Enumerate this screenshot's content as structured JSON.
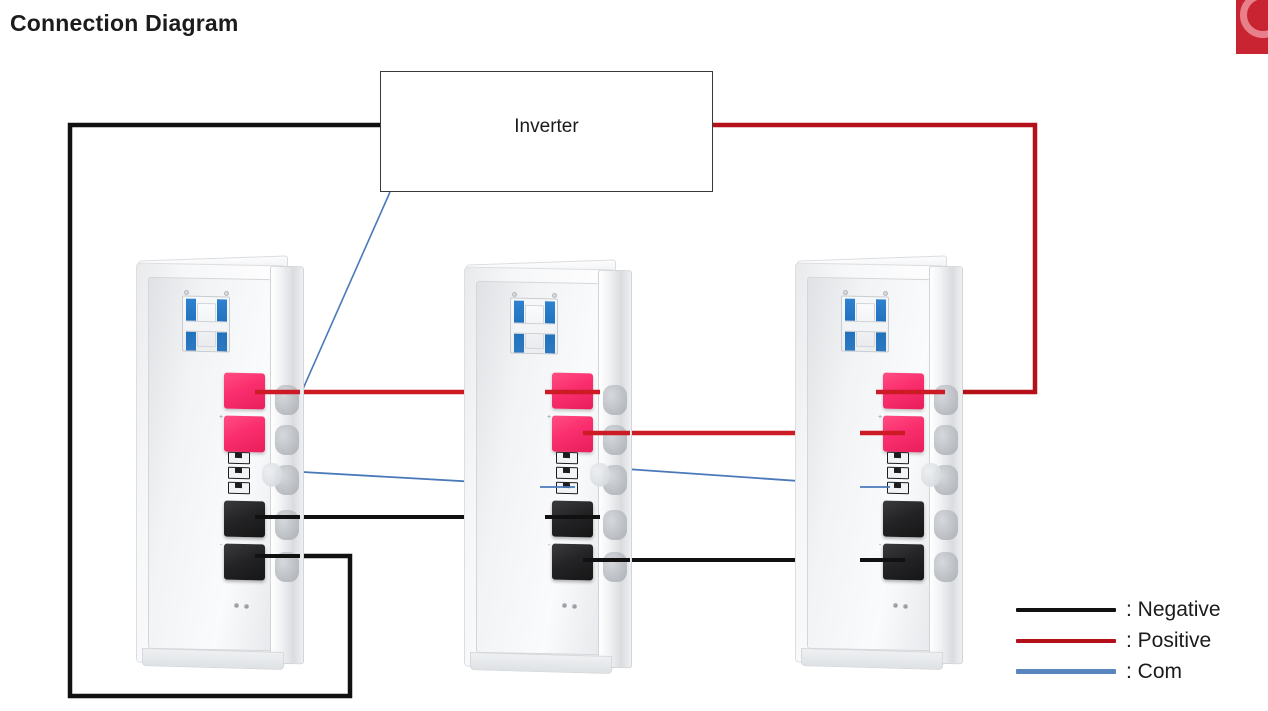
{
  "page": {
    "title": "Connection Diagram",
    "background_color": "#ffffff"
  },
  "brand": {
    "name": "brand-logo",
    "color": "#c92432",
    "accent_color": "#e8808c"
  },
  "inverter": {
    "label": "Inverter",
    "border_color": "#3a3a3a"
  },
  "wire_colors": {
    "negative": "#111111",
    "positive": "#b31019",
    "com": "#4a79ba"
  },
  "legend": {
    "items": [
      {
        "label": ": Negative",
        "color": "#111111",
        "name": "legend-negative"
      },
      {
        "label": ": Positive",
        "color": "#b31019",
        "name": "legend-positive"
      },
      {
        "label": ": Com",
        "color": "#4a79ba",
        "name": "legend-com"
      }
    ]
  },
  "units": [
    {
      "name": "battery-unit-1",
      "positive_terminal_color": "#fa2e6e",
      "negative_terminal_color": "#232325",
      "breaker_color": "#1f6fbc",
      "terminal_marks": {
        "positive": "+",
        "negative": "-"
      },
      "comm_ports": 3
    },
    {
      "name": "battery-unit-2",
      "positive_terminal_color": "#fa2e6e",
      "negative_terminal_color": "#232325",
      "breaker_color": "#1f6fbc",
      "terminal_marks": {
        "positive": "+",
        "negative": "-"
      },
      "comm_ports": 3
    },
    {
      "name": "battery-unit-3",
      "positive_terminal_color": "#fa2e6e",
      "negative_terminal_color": "#232325",
      "breaker_color": "#1f6fbc",
      "terminal_marks": {
        "positive": "+",
        "negative": "-"
      },
      "comm_ports": 3
    }
  ],
  "connections": [
    {
      "name": "wire-inverter-negative",
      "type": "negative",
      "from": "inverter-left",
      "to": "unit-1-negative-lower"
    },
    {
      "name": "wire-inverter-positive",
      "type": "positive",
      "from": "inverter-right",
      "to": "unit-3-positive-upper"
    },
    {
      "name": "wire-inverter-com",
      "type": "com",
      "from": "inverter-bottom-left",
      "to": "unit-1-comm"
    },
    {
      "name": "wire-positive-u1-u2",
      "type": "positive",
      "from": "unit-1-positive-upper",
      "to": "unit-2-positive-upper"
    },
    {
      "name": "wire-positive-u2-u3",
      "type": "positive",
      "from": "unit-2-positive-lower",
      "to": "unit-3-positive-lower"
    },
    {
      "name": "wire-negative-u1-u2",
      "type": "negative",
      "from": "unit-1-negative-upper",
      "to": "unit-2-negative-upper"
    },
    {
      "name": "wire-negative-u2-u3",
      "type": "negative",
      "from": "unit-2-negative-lower",
      "to": "unit-3-negative-lower"
    },
    {
      "name": "wire-com-u1-u2",
      "type": "com",
      "from": "unit-1-comm",
      "to": "unit-2-comm"
    },
    {
      "name": "wire-com-u2-u3",
      "type": "com",
      "from": "unit-2-comm",
      "to": "unit-3-comm"
    }
  ]
}
